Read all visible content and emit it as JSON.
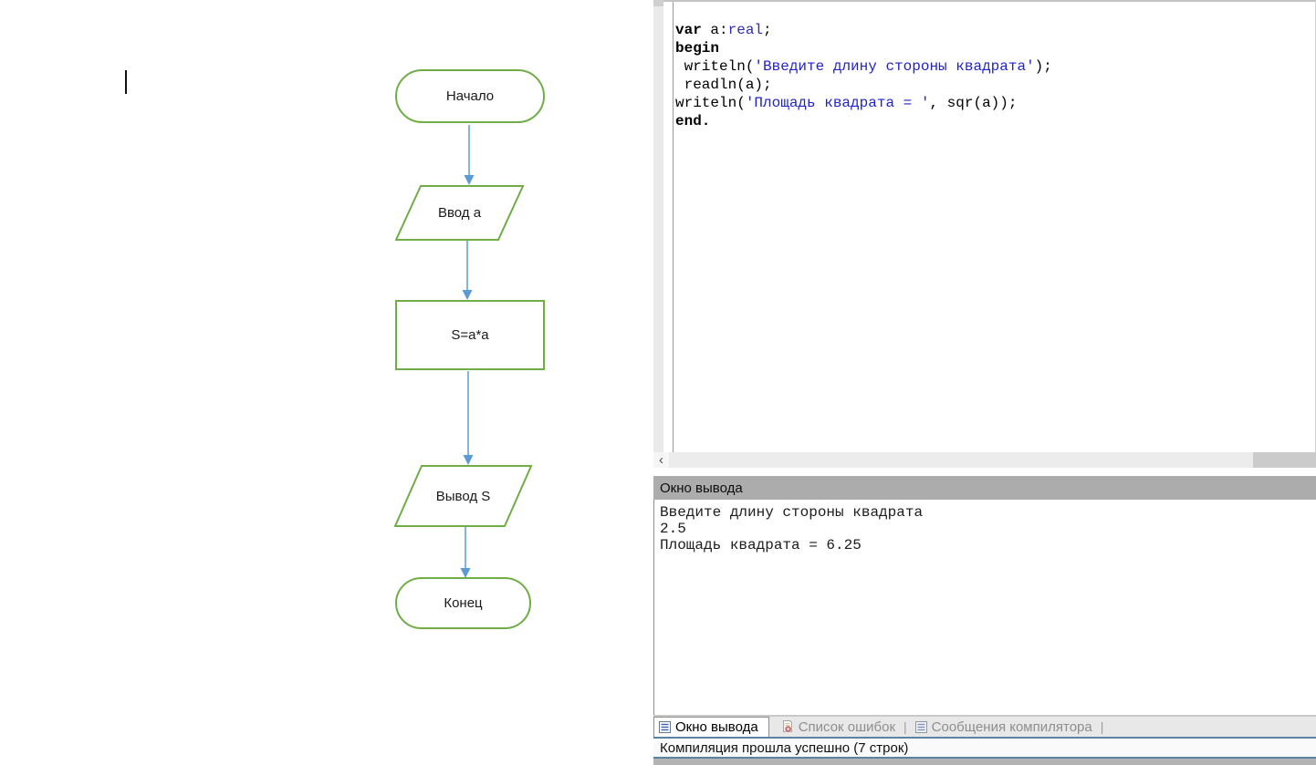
{
  "colors": {
    "shape_green": "#70AD47",
    "arrow_blue": "#5B9BD5",
    "code_type_blue": "#2B2BB8",
    "code_string_blue": "#2222CC",
    "output_header_gray": "#ACACAC",
    "status_border_blue": "#5A82A2"
  },
  "flowchart": {
    "nodes": [
      {
        "id": "start",
        "type": "terminator",
        "label": "Начало"
      },
      {
        "id": "input",
        "type": "io",
        "label": "Ввод a"
      },
      {
        "id": "process",
        "type": "process",
        "label": "S=a*a"
      },
      {
        "id": "output",
        "type": "io",
        "label": "Вывод S"
      },
      {
        "id": "end",
        "type": "terminator",
        "label": "Конец"
      }
    ]
  },
  "editor": {
    "code_lines": [
      {
        "tokens": [
          {
            "t": "var",
            "c": "kw"
          },
          {
            "t": " a:",
            "c": "pl"
          },
          {
            "t": "real",
            "c": "ty"
          },
          {
            "t": ";",
            "c": "pl"
          }
        ]
      },
      {
        "tokens": [
          {
            "t": "begin",
            "c": "kw"
          }
        ]
      },
      {
        "tokens": [
          {
            "t": " writeln(",
            "c": "pl"
          },
          {
            "t": "'Введите длину стороны квадрата'",
            "c": "st"
          },
          {
            "t": ");",
            "c": "pl"
          }
        ]
      },
      {
        "tokens": [
          {
            "t": " readln(a);",
            "c": "pl"
          }
        ]
      },
      {
        "tokens": [
          {
            "t": "writeln(",
            "c": "pl"
          },
          {
            "t": "'Площадь квадрата = '",
            "c": "st"
          },
          {
            "t": ", sqr(a));",
            "c": "pl"
          }
        ]
      },
      {
        "tokens": [
          {
            "t": "end.",
            "c": "kw"
          }
        ]
      }
    ]
  },
  "editor_scrollbar": {
    "left_arrow": "‹"
  },
  "output_panel": {
    "title": "Окно вывода",
    "lines": [
      "Введите длину стороны квадрата",
      "2.5",
      "Площадь квадрата = 6.25"
    ]
  },
  "tab_bar": {
    "separator": "|",
    "tabs": [
      {
        "label": "Окно вывода",
        "icon": "output-window-icon",
        "active": true
      },
      {
        "label": "Список ошибок",
        "icon": "error-list-icon",
        "active": false
      },
      {
        "label": "Сообщения компилятора",
        "icon": "compiler-messages-icon",
        "active": false
      }
    ]
  },
  "status_bar": {
    "text": "Компиляция прошла успешно (7 строк)"
  }
}
